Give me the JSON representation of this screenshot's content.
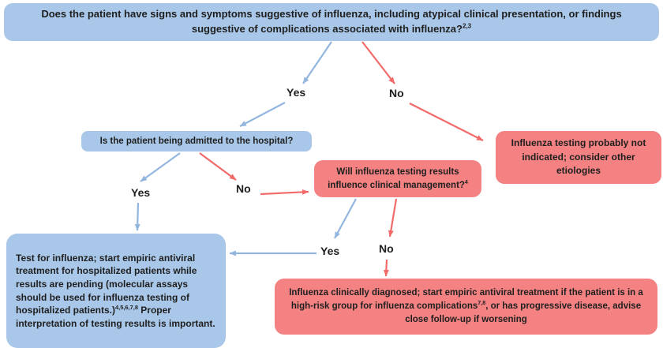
{
  "colors": {
    "blue_box": "#a9c7e8",
    "pink_box": "#f48282",
    "blue_arrow": "#93b6de",
    "red_arrow": "#f26a6a",
    "text": "#1f1f1f"
  },
  "nodes": {
    "symptoms_question": {
      "segments": [
        {
          "t": "Does the patient have signs and symptoms suggestive of influenza, including atypical clinical presentation, or findings suggestive of complications associated with influenza?"
        },
        {
          "s": "2,3"
        }
      ]
    },
    "admit_question": {
      "segments": [
        {
          "t": "Is the patient being admitted to the hospital?"
        }
      ]
    },
    "not_indicated_outcome": {
      "segments": [
        {
          "t": "Influenza testing probably not indicated; consider other etiologies"
        }
      ]
    },
    "management_question": {
      "segments": [
        {
          "t": "Will influenza testing results influence clinical management?"
        },
        {
          "s": "4"
        }
      ]
    },
    "test_outcome": {
      "segments": [
        {
          "t": "Test for influenza; start empiric antiviral treatment for hospitalized patients while results are pending (molecular assays should be used for influenza testing of hospitalized patients.)"
        },
        {
          "s": "4,5,6,7,8"
        },
        {
          "t": " Proper interpretation of testing results is important."
        }
      ]
    },
    "clinical_outcome": {
      "segments": [
        {
          "t": "Influenza clinically diagnosed; start empiric antiviral treatment if the patient is in a high-risk group for influenza complications"
        },
        {
          "s": "7,8"
        },
        {
          "t": ", or has progressive disease, advise close follow-up if worsening"
        }
      ]
    }
  },
  "edge_labels": {
    "yes1": "Yes",
    "no1": "No",
    "yes2": "Yes",
    "no2": "No",
    "yes3": "Yes",
    "no3": "No"
  }
}
